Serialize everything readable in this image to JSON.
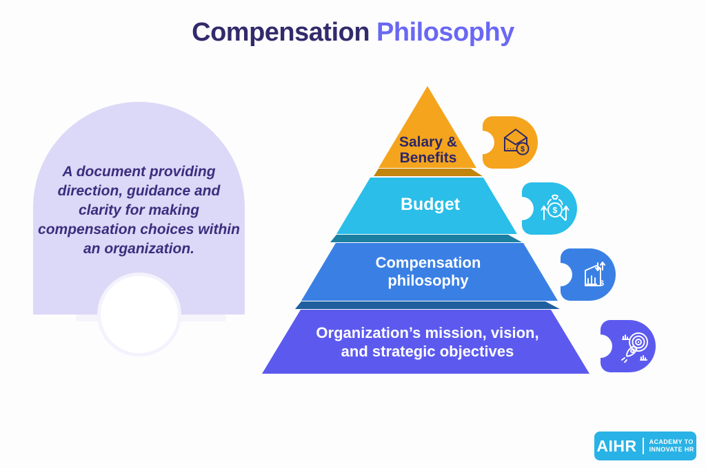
{
  "page": {
    "background": "#FDFDFE"
  },
  "title": {
    "text_primary": "Compensation",
    "text_accent": "Philosophy",
    "color_primary": "#322B6B",
    "color_accent": "#6A68F2"
  },
  "definition_card": {
    "text": "A document providing direction, guidance and clarity for making compensation choices within an organization.",
    "background": "#DCD8F7",
    "text_color": "#3B2E7E"
  },
  "pyramid": {
    "levels": [
      {
        "id": "salary-benefits",
        "label_line1": "Salary &",
        "label_line2": "Benefits",
        "color": "#F5A41D",
        "shadow_color": "#C2850D",
        "text_color": "#2D2766",
        "icon": "salary-benefits-icon"
      },
      {
        "id": "budget",
        "label_line1": "Budget",
        "label_line2": "",
        "color": "#2ABEE9",
        "shadow_color": "#1A7FA0",
        "text_color": "#FFFFFF",
        "icon": "budget-icon"
      },
      {
        "id": "compensation-philosophy",
        "label_line1": "Compensation",
        "label_line2": "philosophy",
        "color": "#3A80E4",
        "shadow_color": "#205F9E",
        "text_color": "#FFFFFF",
        "icon": "compensation-philosophy-icon"
      },
      {
        "id": "mission-objectives",
        "label_line1": "Organization’s mission, vision,",
        "label_line2": "and strategic objectives",
        "color": "#5C5AEE",
        "text_color": "#FFFFFF",
        "icon": "mission-objectives-icon"
      }
    ]
  },
  "logo": {
    "brand": "AIHR",
    "tagline_line1": "ACADEMY TO",
    "tagline_line2": "INNOVATE HR",
    "background": "#29B2E5"
  }
}
